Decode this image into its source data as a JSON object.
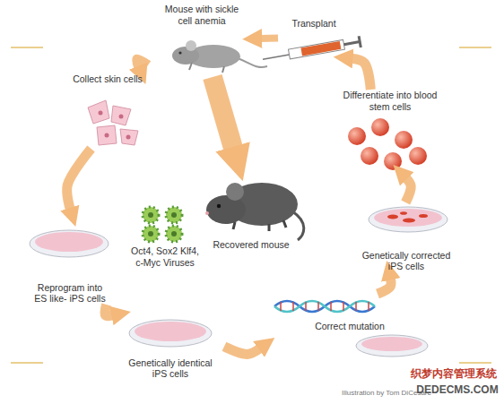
{
  "diagram": {
    "nodes": [
      {
        "text": [
          "Mouse with sickle cell anemia"
        ]
      },
      {
        "text": [
          "Collect skin cells"
        ]
      },
      {
        "text": [
          "Reprogram into ES like- iPS cells"
        ]
      },
      {
        "text": [
          "Genetically identical iPS cells"
        ]
      },
      {
        "text": [
          "Correct mutation"
        ]
      },
      {
        "text": [
          "Genetically corrected iPS cells"
        ]
      },
      {
        "text": [
          "Differentiate into blood stem cells"
        ]
      },
      {
        "text": [
          "Transplant"
        ]
      },
      {
        "text": [
          "Recovered mouse"
        ]
      }
    ],
    "edges": [
      {
        "from": 0,
        "to": 1,
        "arrow": "to"
      },
      {
        "from": 1,
        "to": 2,
        "arrow": "to"
      },
      {
        "from": 2,
        "to": 3,
        "arrow": "to"
      },
      {
        "from": 3,
        "to": 4,
        "arrow": "to"
      },
      {
        "from": 4,
        "to": 5,
        "arrow": "to"
      },
      {
        "from": 5,
        "to": 6,
        "arrow": "to"
      },
      {
        "from": 6,
        "to": 7,
        "arrow": "to"
      },
      {
        "from": 7,
        "to": 0,
        "arrow": "to"
      },
      {
        "from": 0,
        "to": 8,
        "arrow": "to"
      }
    ],
    "labels": [
      "Oct4, Sox2 Klf4, c-Myc Viruses",
      "Illustration by Tom DiCesare",
      "织梦内容管理系统",
      "DEDECMS.COM"
    ]
  }
}
